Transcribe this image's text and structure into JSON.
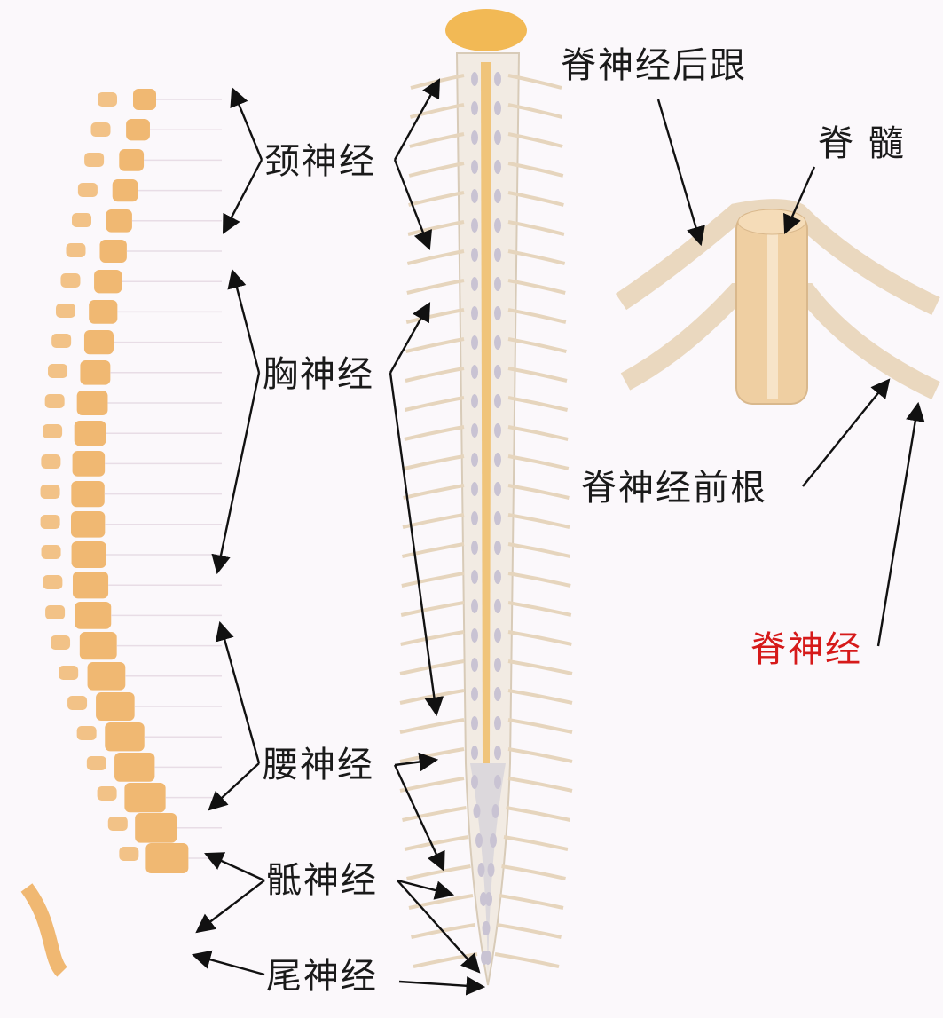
{
  "labels": {
    "cervical": "颈神经",
    "thoracic": "胸神经",
    "lumbar": "腰神经",
    "sacral": "骶神经",
    "coccygeal": "尾神经",
    "dorsal_root": "脊神经后跟",
    "spinal_cord": "脊 髓",
    "ventral_root": "脊神经前根",
    "spinal_nerve": "脊神经"
  },
  "colors": {
    "bone": "#f0b872",
    "nerve": "#e6d5bd",
    "cord": "#f0c47a",
    "highlight": "#d61a1a",
    "arrow": "#111111"
  }
}
